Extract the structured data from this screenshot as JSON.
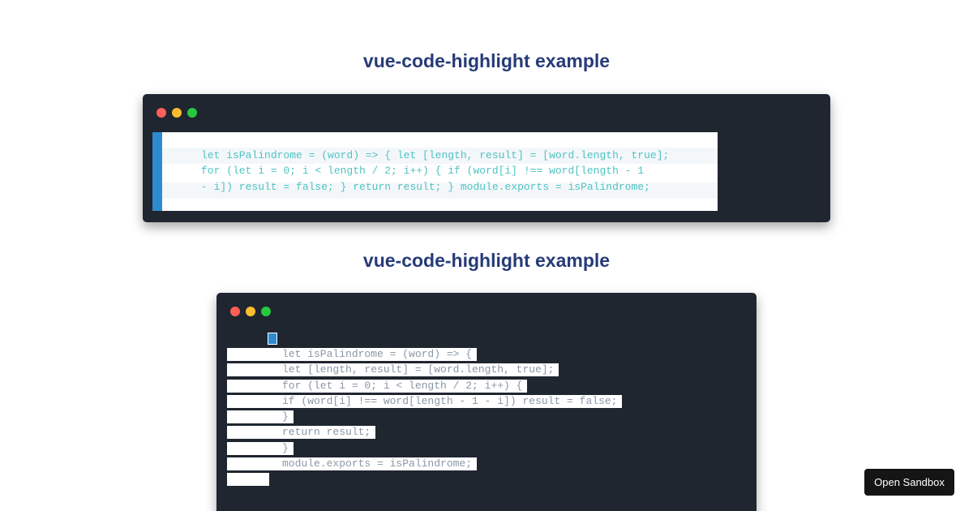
{
  "page": {
    "heading_1": "vue-code-highlight example",
    "heading_2": "vue-code-highlight example"
  },
  "window_dots": {
    "close_color": "#ff5f56",
    "minimize_color": "#ffbd2e",
    "maximize_color": "#27c93f"
  },
  "code_block_1": {
    "lines": [
      "let isPalindrome = (word) => { let [length, result] = [word.length, true];",
      "for (let i = 0; i < length / 2; i++) { if (word[i] !== word[length - 1",
      "- i]) result = false; } return result; } module.exports = isPalindrome;"
    ]
  },
  "code_block_2": {
    "lines": [
      "let isPalindrome = (word) => {",
      "let [length, result] = [word.length, true];",
      "for (let i = 0; i < length / 2; i++) {",
      "if (word[i] !== word[length - 1 - i]) result = false;",
      "}",
      "return result;",
      "}",
      "module.exports = isPalindrome;"
    ]
  },
  "sandbox_button": {
    "label": "Open Sandbox"
  }
}
